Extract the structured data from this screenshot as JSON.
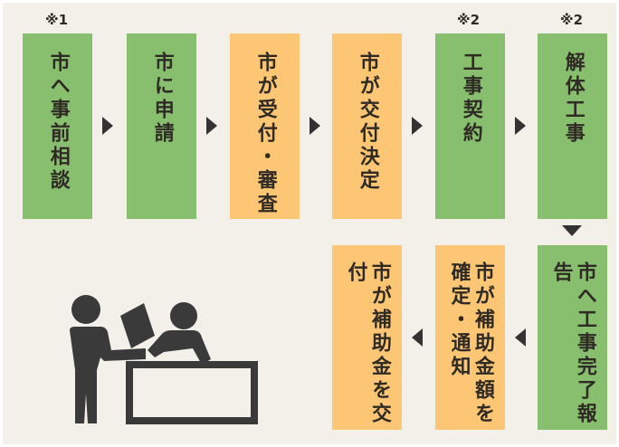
{
  "notes": {
    "step1": "※1",
    "step5": "※2",
    "step6": "※2"
  },
  "steps": [
    {
      "label": "市へ事前相談",
      "color": "green"
    },
    {
      "label": "市に申請",
      "color": "green"
    },
    {
      "label": "市が受付・審査",
      "color": "orange"
    },
    {
      "label": "市が交付決定",
      "color": "orange"
    },
    {
      "label": "工事契約",
      "color": "green"
    },
    {
      "label": "解体工事",
      "color": "green"
    },
    {
      "label": "市へ工事完了報告",
      "color": "green"
    },
    {
      "label": "市が補助金額を確定・通知",
      "color": "orange"
    },
    {
      "label": "市が補助金を交付",
      "color": "orange"
    }
  ],
  "colors": {
    "green": "#88bf6f",
    "orange": "#fcc675",
    "arrow": "#333333",
    "illustration": "#3a3a3a"
  },
  "illustration": "person-handing-document-icon"
}
